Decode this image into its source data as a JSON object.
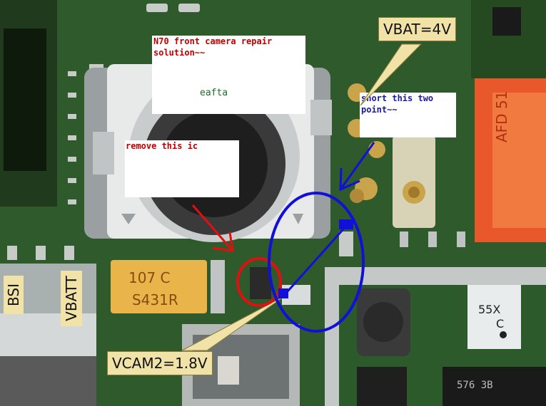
{
  "notes": {
    "title": "N70 front camera repair solution~~",
    "author": "eafta",
    "remove_ic": "remove this ic",
    "short_points": "short this two point~~"
  },
  "callouts": {
    "vbat": "VBAT=4V",
    "vcam2": "VCAM2=1.8V"
  },
  "board_labels": {
    "bsi": "BSI",
    "vbatt": "VBATT",
    "capacitor_line1": "107 C",
    "capacitor_line2": "S431R",
    "chip_text1": "55X",
    "chip_text2": "C",
    "chip_bottom": "576 3B",
    "orange_part": "AFD 51"
  },
  "colors": {
    "pcb_green": "#2f5a2c",
    "annotation_red": "#e01010",
    "annotation_blue": "#1010d8",
    "callout_fill": "#f1e3a8"
  }
}
